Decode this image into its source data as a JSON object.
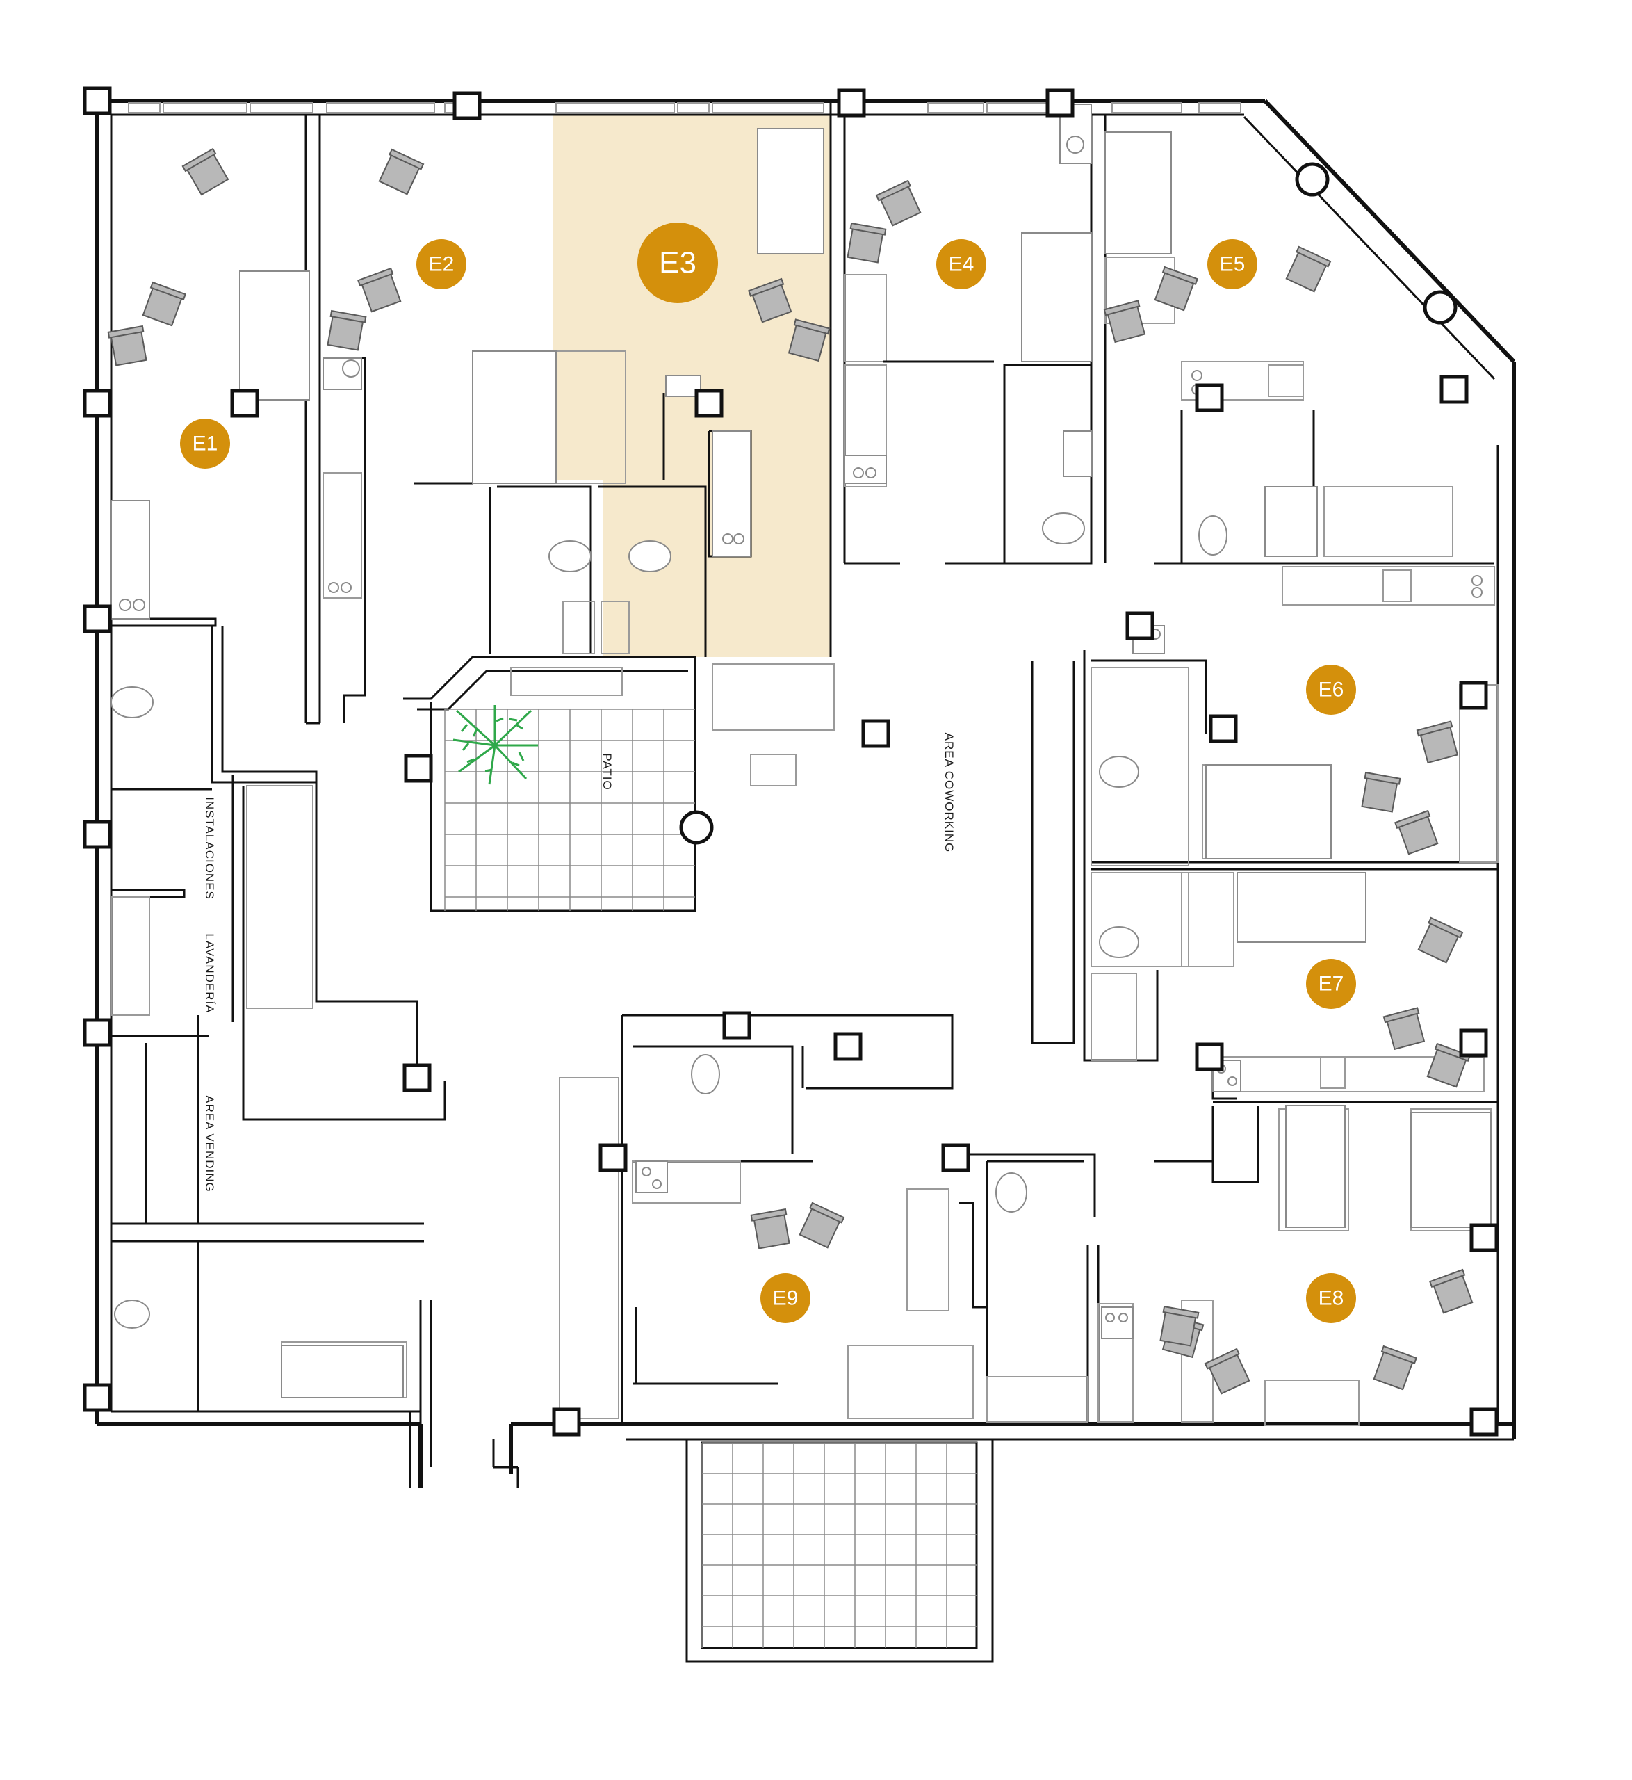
{
  "plan": {
    "colors": {
      "badge": "#d4900c",
      "highlight": "#f6e9cc",
      "plant": "#2fa84a",
      "wall": "#111111",
      "furniture": "#8a8a8a"
    },
    "selected_unit": "E3",
    "units": [
      {
        "id": "e1",
        "label": "E1"
      },
      {
        "id": "e2",
        "label": "E2"
      },
      {
        "id": "e3",
        "label": "E3"
      },
      {
        "id": "e4",
        "label": "E4"
      },
      {
        "id": "e5",
        "label": "E5"
      },
      {
        "id": "e6",
        "label": "E6"
      },
      {
        "id": "e7",
        "label": "E7"
      },
      {
        "id": "e8",
        "label": "E8"
      },
      {
        "id": "e9",
        "label": "E9"
      }
    ],
    "zones": {
      "patio": "PATIO",
      "coworking": "AREA COWORKING",
      "installations": "INSTALACIONES",
      "laundry": "LAVANDERÍA",
      "vending": "AREA VENDING"
    }
  }
}
